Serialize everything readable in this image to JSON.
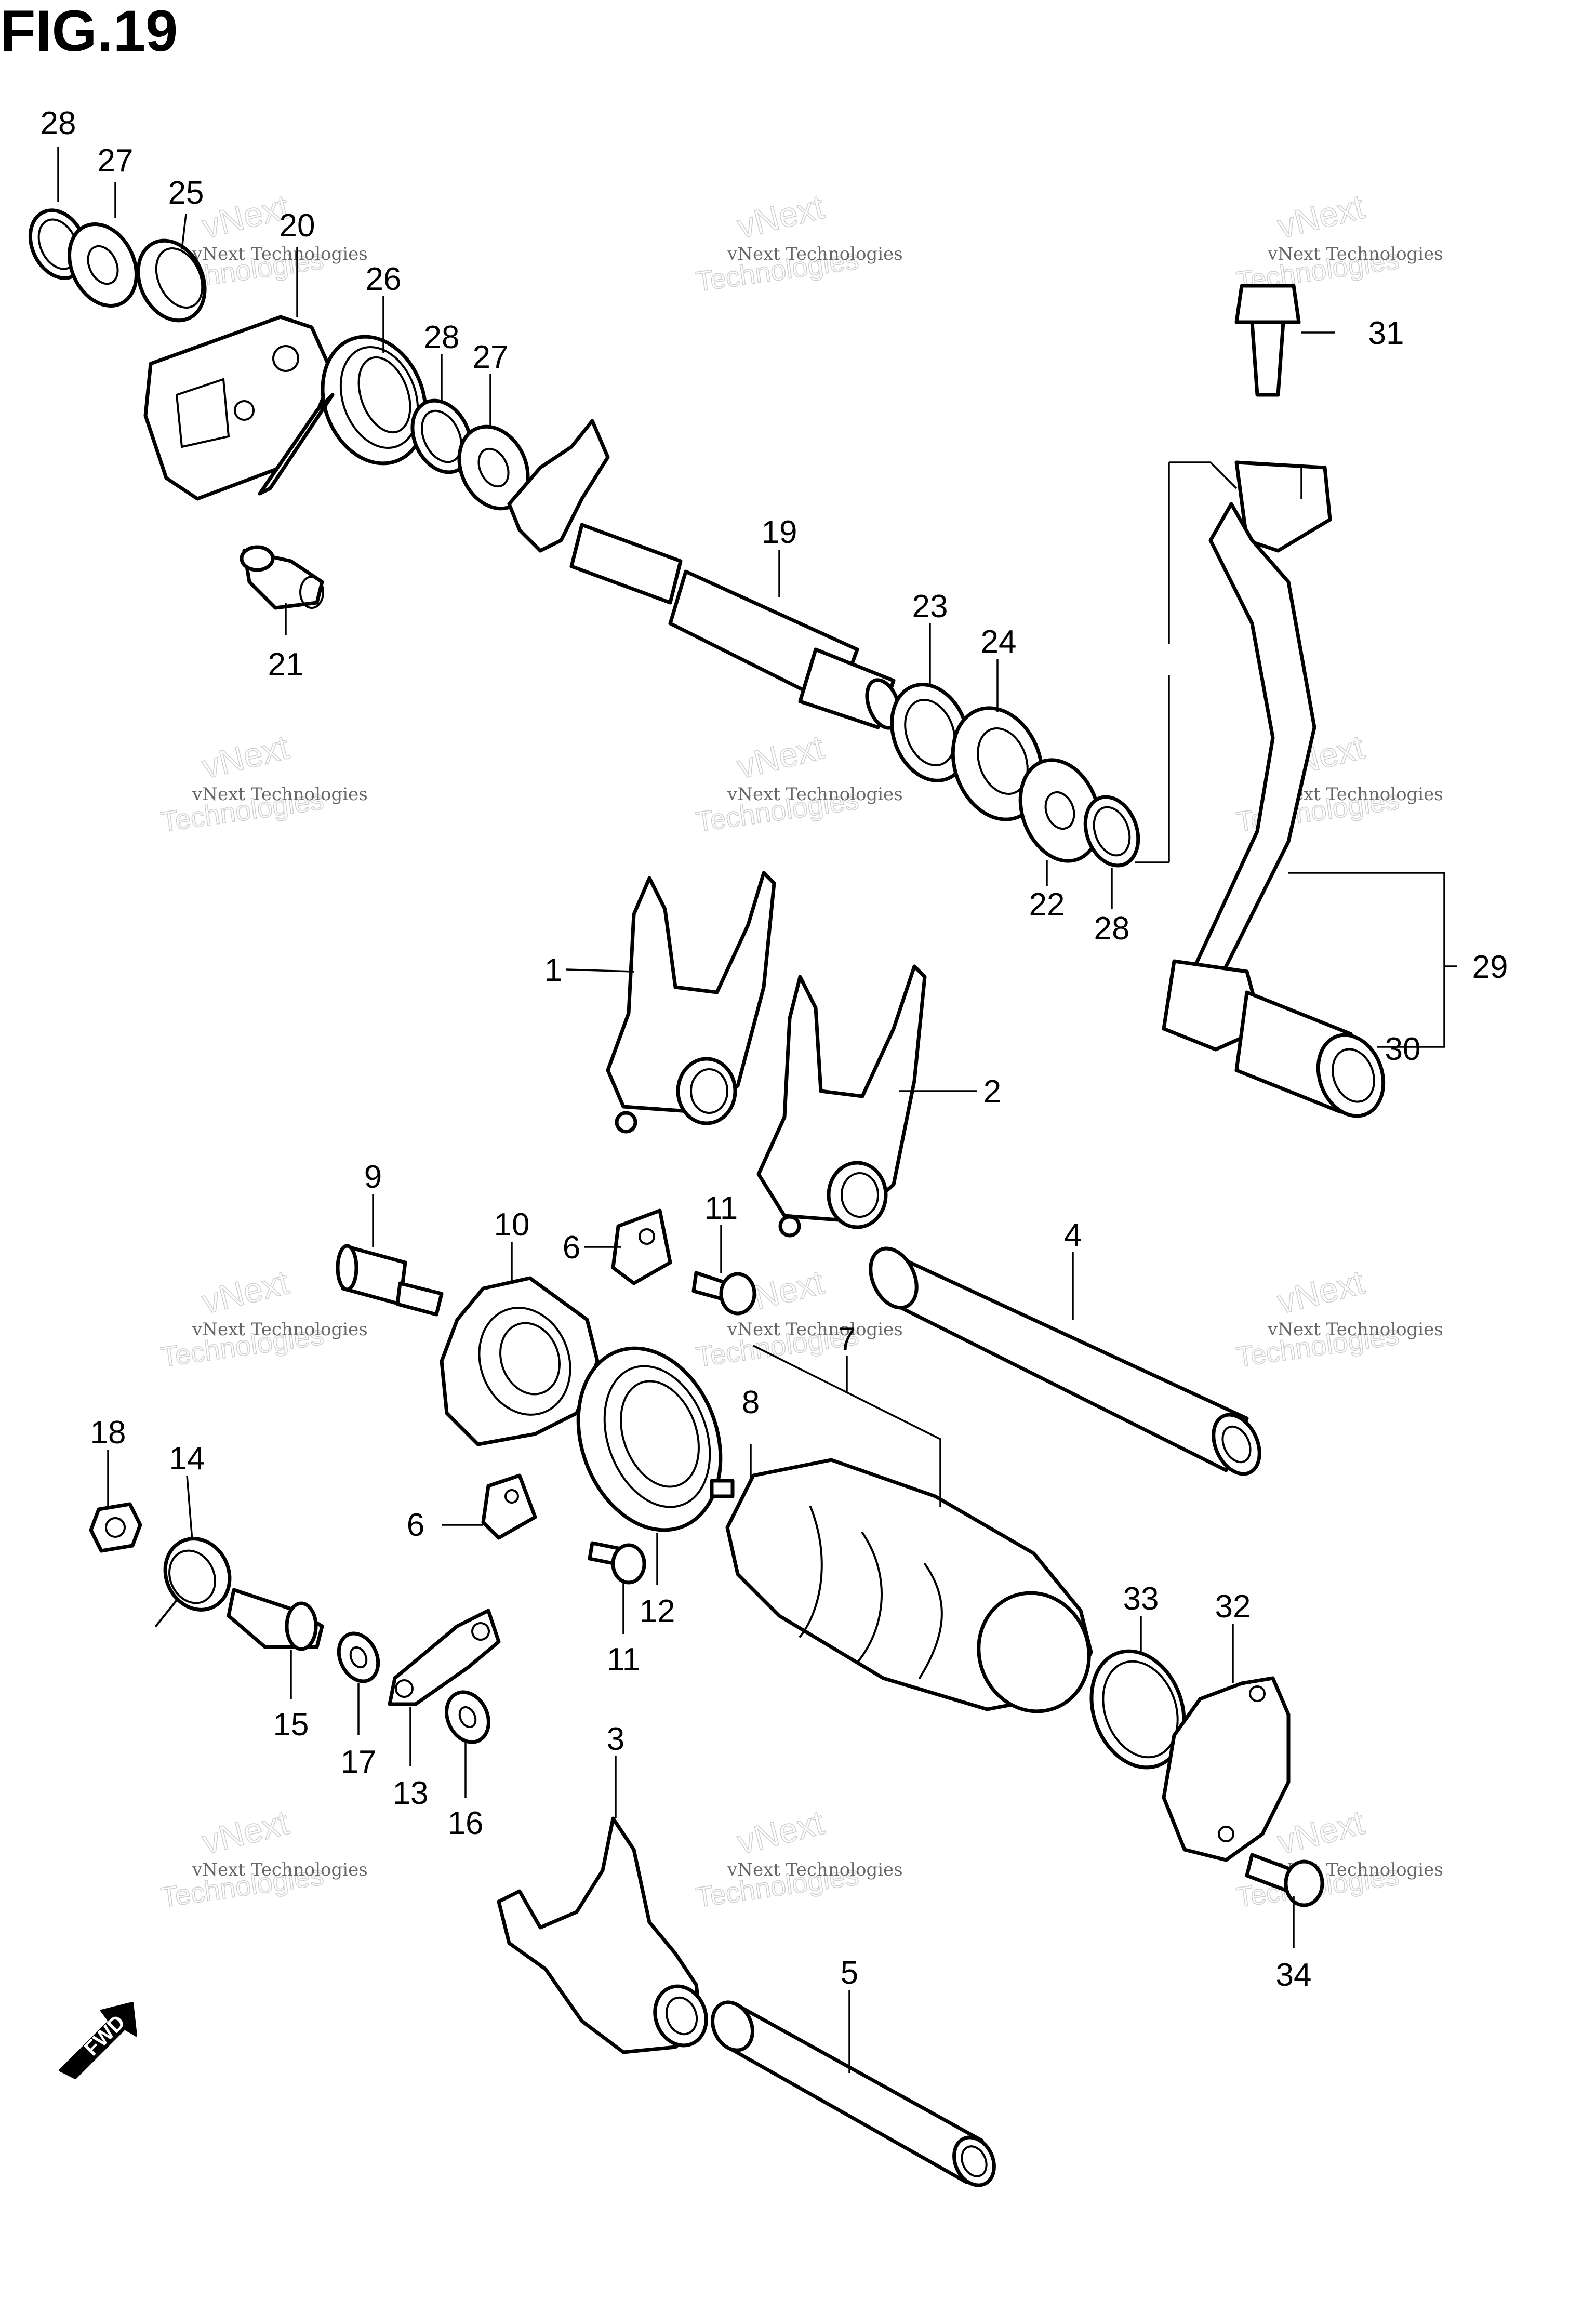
{
  "figure_title": "FIG.19",
  "watermark": {
    "line1": "vNext Technologies",
    "line2": "vNext",
    "line3": "Technologies"
  },
  "fwd_label": "FWD",
  "callouts": {
    "p1": "1",
    "p2": "2",
    "p3": "3",
    "p4": "4",
    "p5": "5",
    "p6a": "6",
    "p6b": "6",
    "p7": "7",
    "p8": "8",
    "p9": "9",
    "p10": "10",
    "p11a": "11",
    "p11b": "11",
    "p12": "12",
    "p13": "13",
    "p14": "14",
    "p15": "15",
    "p16": "16",
    "p17": "17",
    "p18": "18",
    "p19": "19",
    "p20": "20",
    "p21": "21",
    "p22": "22",
    "p23": "23",
    "p24": "24",
    "p25": "25",
    "p26": "26",
    "p27a": "27",
    "p27b": "27",
    "p28a": "28",
    "p28b": "28",
    "p28c": "28",
    "p29": "29",
    "p30": "30",
    "p31": "31",
    "p32": "32",
    "p33": "33",
    "p34": "34"
  }
}
